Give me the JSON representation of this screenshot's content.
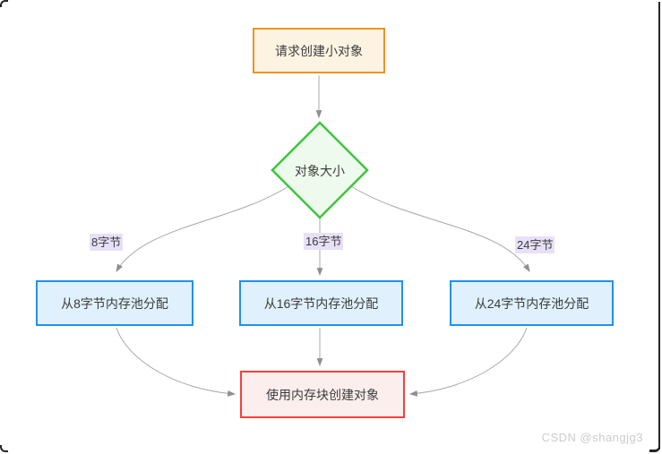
{
  "diagram": {
    "type": "flowchart",
    "nodes": {
      "start": {
        "label": "请求创建小对象",
        "shape": "rectangle"
      },
      "decision": {
        "label": "对象大小",
        "shape": "diamond"
      },
      "pool8": {
        "label": "从8字节内存池分配",
        "shape": "rectangle"
      },
      "pool16": {
        "label": "从16字节内存池分配",
        "shape": "rectangle"
      },
      "pool24": {
        "label": "从24字节内存池分配",
        "shape": "rectangle"
      },
      "create": {
        "label": "使用内存块创建对象",
        "shape": "rectangle"
      }
    },
    "edge_labels": {
      "bytes8": "8字节",
      "bytes16": "16字节",
      "bytes24": "24字节"
    },
    "edges": [
      "start -> decision",
      "decision -> pool8 (8字节)",
      "decision -> pool16 (16字节)",
      "decision -> pool24 (24字节)",
      "pool8 -> create",
      "pool16 -> create",
      "pool24 -> create"
    ]
  },
  "watermark": {
    "text": "CSDN @shangjg3"
  },
  "colors": {
    "start-border": "#f5911e",
    "start-fill": "#fdf3e3",
    "decision-border": "#3fc43f",
    "decision-fill": "#edfaed",
    "pool-border": "#2191ed",
    "pool-fill": "#e0f1fd",
    "create-border": "#f73e3e",
    "create-fill": "#fdeeee",
    "edge-label-bg": "#e7e0f8",
    "edge-line": "#a8a8a8",
    "arrowhead": "#8f8f8f",
    "node-text": "#3b3b3b",
    "watermark-color": "#cccccc"
  }
}
